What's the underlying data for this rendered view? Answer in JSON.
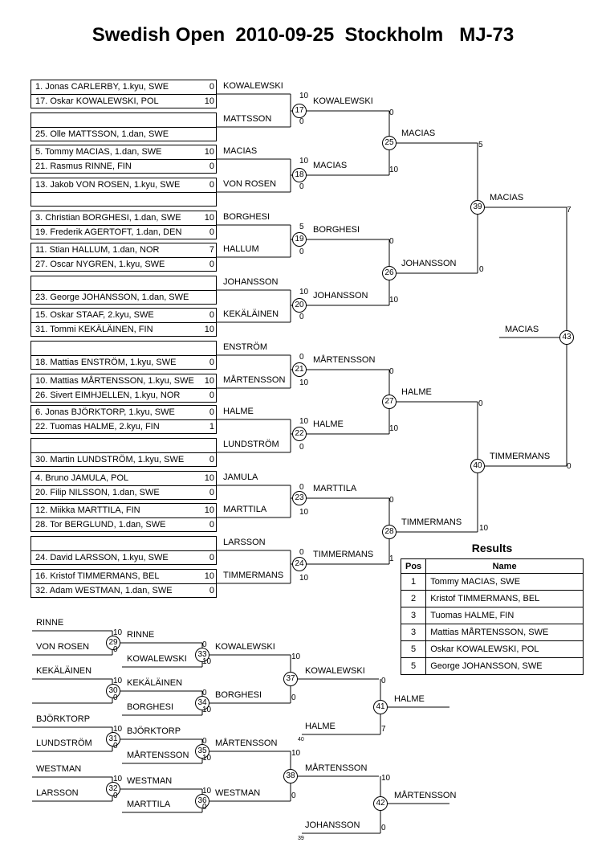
{
  "title": "Swedish Open  2010-09-25  Stockholm   MJ-73",
  "slots": [
    {
      "top": {
        "name": "1. Jonas CARLERBY, 1.kyu, SWE",
        "score": "0"
      },
      "bottom": {
        "name": "17. Oskar KOWALEWSKI, POL",
        "score": "10"
      },
      "winner": "KOWALEWSKI"
    },
    {
      "top": {
        "name": "",
        "score": ""
      },
      "bottom": {
        "name": "25. Olle MATTSSON, 1.dan, SWE",
        "score": ""
      },
      "winner": "MATTSSON"
    },
    {
      "top": {
        "name": "5. Tommy MACIAS, 1.dan, SWE",
        "score": "10"
      },
      "bottom": {
        "name": "21. Rasmus RINNE, FIN",
        "score": "0"
      },
      "winner": "MACIAS"
    },
    {
      "top": {
        "name": "13. Jakob VON ROSEN, 1.kyu, SWE",
        "score": "0"
      },
      "bottom": {
        "name": "",
        "score": ""
      },
      "winner": "VON ROSEN"
    },
    {
      "top": {
        "name": "3. Christian BORGHESI, 1.dan, SWE",
        "score": "10"
      },
      "bottom": {
        "name": "19. Frederik AGERTOFT, 1.dan, DEN",
        "score": "0"
      },
      "winner": "BORGHESI"
    },
    {
      "top": {
        "name": "11. Stian HALLUM, 1.dan, NOR",
        "score": "7"
      },
      "bottom": {
        "name": "27. Oscar NYGREN, 1.kyu, SWE",
        "score": "0"
      },
      "winner": "HALLUM"
    },
    {
      "top": {
        "name": "",
        "score": ""
      },
      "bottom": {
        "name": "23. George JOHANSSON, 1.dan, SWE",
        "score": ""
      },
      "winner": "JOHANSSON"
    },
    {
      "top": {
        "name": "15. Oskar STAAF, 2.kyu, SWE",
        "score": "0"
      },
      "bottom": {
        "name": "31. Tommi KEKÄLÄINEN, FIN",
        "score": "10"
      },
      "winner": "KEKÄLÄINEN"
    },
    {
      "top": {
        "name": "",
        "score": ""
      },
      "bottom": {
        "name": "18. Mattias ENSTRÖM, 1.kyu, SWE",
        "score": "0"
      },
      "winner": "ENSTRÖM"
    },
    {
      "top": {
        "name": "10. Mattias MÅRTENSSON, 1.kyu, SWE",
        "score": "10"
      },
      "bottom": {
        "name": "26. Sivert EIMHJELLEN, 1.kyu, NOR",
        "score": "0"
      },
      "winner": "MÅRTENSSON"
    },
    {
      "top": {
        "name": "6. Jonas BJÖRKTORP, 1.kyu, SWE",
        "score": "0"
      },
      "bottom": {
        "name": "22. Tuomas HALME, 2.kyu, FIN",
        "score": "1"
      },
      "winner": "HALME"
    },
    {
      "top": {
        "name": "",
        "score": ""
      },
      "bottom": {
        "name": "30. Martin LUNDSTRÖM, 1.kyu, SWE",
        "score": "0"
      },
      "winner": "LUNDSTRÖM"
    },
    {
      "top": {
        "name": "4. Bruno JAMULA, POL",
        "score": "10"
      },
      "bottom": {
        "name": "20. Filip NILSSON, 1.dan, SWE",
        "score": "0"
      },
      "winner": "JAMULA"
    },
    {
      "top": {
        "name": "12. Miikka MARTTILA, FIN",
        "score": "10"
      },
      "bottom": {
        "name": "28. Tor BERGLUND, 1.dan, SWE",
        "score": "0"
      },
      "winner": "MARTTILA"
    },
    {
      "top": {
        "name": "",
        "score": ""
      },
      "bottom": {
        "name": "24. David LARSSON, 1.kyu, SWE",
        "score": "0"
      },
      "winner": "LARSSON"
    },
    {
      "top": {
        "name": "16. Kristof TIMMERMANS, BEL",
        "score": "10"
      },
      "bottom": {
        "name": "32. Adam WESTMAN, 1.dan, SWE",
        "score": "0"
      },
      "winner": "TIMMERMANS"
    }
  ],
  "round2": [
    {
      "num": "17",
      "s_top": "10",
      "s_bot": "0",
      "winner": "KOWALEWSKI"
    },
    {
      "num": "18",
      "s_top": "10",
      "s_bot": "0",
      "winner": "MACIAS"
    },
    {
      "num": "19",
      "s_top": "5",
      "s_bot": "0",
      "winner": "BORGHESI"
    },
    {
      "num": "20",
      "s_top": "10",
      "s_bot": "0",
      "winner": "JOHANSSON"
    },
    {
      "num": "21",
      "s_top": "0",
      "s_bot": "10",
      "winner": "MÅRTENSSON"
    },
    {
      "num": "22",
      "s_top": "10",
      "s_bot": "0",
      "winner": "HALME"
    },
    {
      "num": "23",
      "s_top": "0",
      "s_bot": "10",
      "winner": "MARTTILA"
    },
    {
      "num": "24",
      "s_top": "0",
      "s_bot": "10",
      "winner": "TIMMERMANS"
    }
  ],
  "round3": [
    {
      "num": "25",
      "s_top": "0",
      "s_bot": "10",
      "winner": "MACIAS"
    },
    {
      "num": "26",
      "s_top": "0",
      "s_bot": "10",
      "winner": "JOHANSSON"
    },
    {
      "num": "27",
      "s_top": "0",
      "s_bot": "10",
      "winner": "HALME"
    },
    {
      "num": "28",
      "s_top": "0",
      "s_bot": "1",
      "winner": "TIMMERMANS"
    }
  ],
  "round4": [
    {
      "num": "39",
      "s_top": "5",
      "s_bot": "0",
      "winner": "MACIAS"
    },
    {
      "num": "40",
      "s_top": "0",
      "s_bot": "10",
      "winner": "TIMMERMANS"
    }
  ],
  "final": {
    "num": "43",
    "s_top": "7",
    "s_bot": "0",
    "winner": "MACIAS"
  },
  "repechage": {
    "r1": [
      {
        "num": "29",
        "top": "RINNE",
        "bot": "VON ROSEN",
        "s_top": "10",
        "s_bot": "0",
        "winner": "RINNE"
      },
      {
        "num": "30",
        "top": "KEKÄLÄINEN",
        "bot": "",
        "s_top": "10",
        "s_bot": "0",
        "winner": "KEKÄLÄINEN"
      },
      {
        "num": "31",
        "top": "BJÖRKTORP",
        "bot": "LUNDSTRÖM",
        "s_top": "10",
        "s_bot": "0",
        "winner": "BJÖRKTORP"
      },
      {
        "num": "32",
        "top": "WESTMAN",
        "bot": "LARSSON",
        "s_top": "10",
        "s_bot": "0",
        "winner": "WESTMAN"
      }
    ],
    "r2": [
      {
        "num": "33",
        "top_in": "KOWALEWSKI",
        "s_top": "0",
        "s_bot": "10",
        "winner": "KOWALEWSKI"
      },
      {
        "num": "34",
        "top_in": "BORGHESI",
        "s_top": "0",
        "s_bot": "10",
        "winner": "BORGHESI"
      },
      {
        "num": "35",
        "top_in": "MÅRTENSSON",
        "s_top": "0",
        "s_bot": "10",
        "winner": "MÅRTENSSON"
      },
      {
        "num": "36",
        "top_in": "MARTTILA",
        "s_top": "10",
        "s_bot": "0",
        "winner": "WESTMAN"
      }
    ],
    "r3": [
      {
        "num": "37",
        "s_top": "10",
        "s_bot": "0",
        "winner": "KOWALEWSKI"
      },
      {
        "num": "38",
        "s_top": "10",
        "s_bot": "0",
        "winner": "MÅRTENSSON"
      }
    ],
    "bronze": [
      {
        "num": "41",
        "top_in": "KOWALEWSKI",
        "bot_in": "HALME",
        "s_top": "0",
        "s_bot": "7",
        "winner": "HALME",
        "note": "40"
      },
      {
        "num": "42",
        "top_in": "MÅRTENSSON",
        "bot_in": "JOHANSSON",
        "s_top": "10",
        "s_bot": "0",
        "winner": "MÅRTENSSON",
        "note": "39"
      }
    ]
  },
  "results": {
    "title": "Results",
    "headers": [
      "Pos",
      "Name"
    ],
    "rows": [
      {
        "pos": "1",
        "name": "Tommy MACIAS, SWE"
      },
      {
        "pos": "2",
        "name": "Kristof TIMMERMANS, BEL"
      },
      {
        "pos": "3",
        "name": "Tuomas HALME, FIN"
      },
      {
        "pos": "3",
        "name": "Mattias MÅRTENSSON, SWE"
      },
      {
        "pos": "5",
        "name": "Oskar KOWALEWSKI, POL"
      },
      {
        "pos": "5",
        "name": "George JOHANSSON, SWE"
      }
    ]
  }
}
